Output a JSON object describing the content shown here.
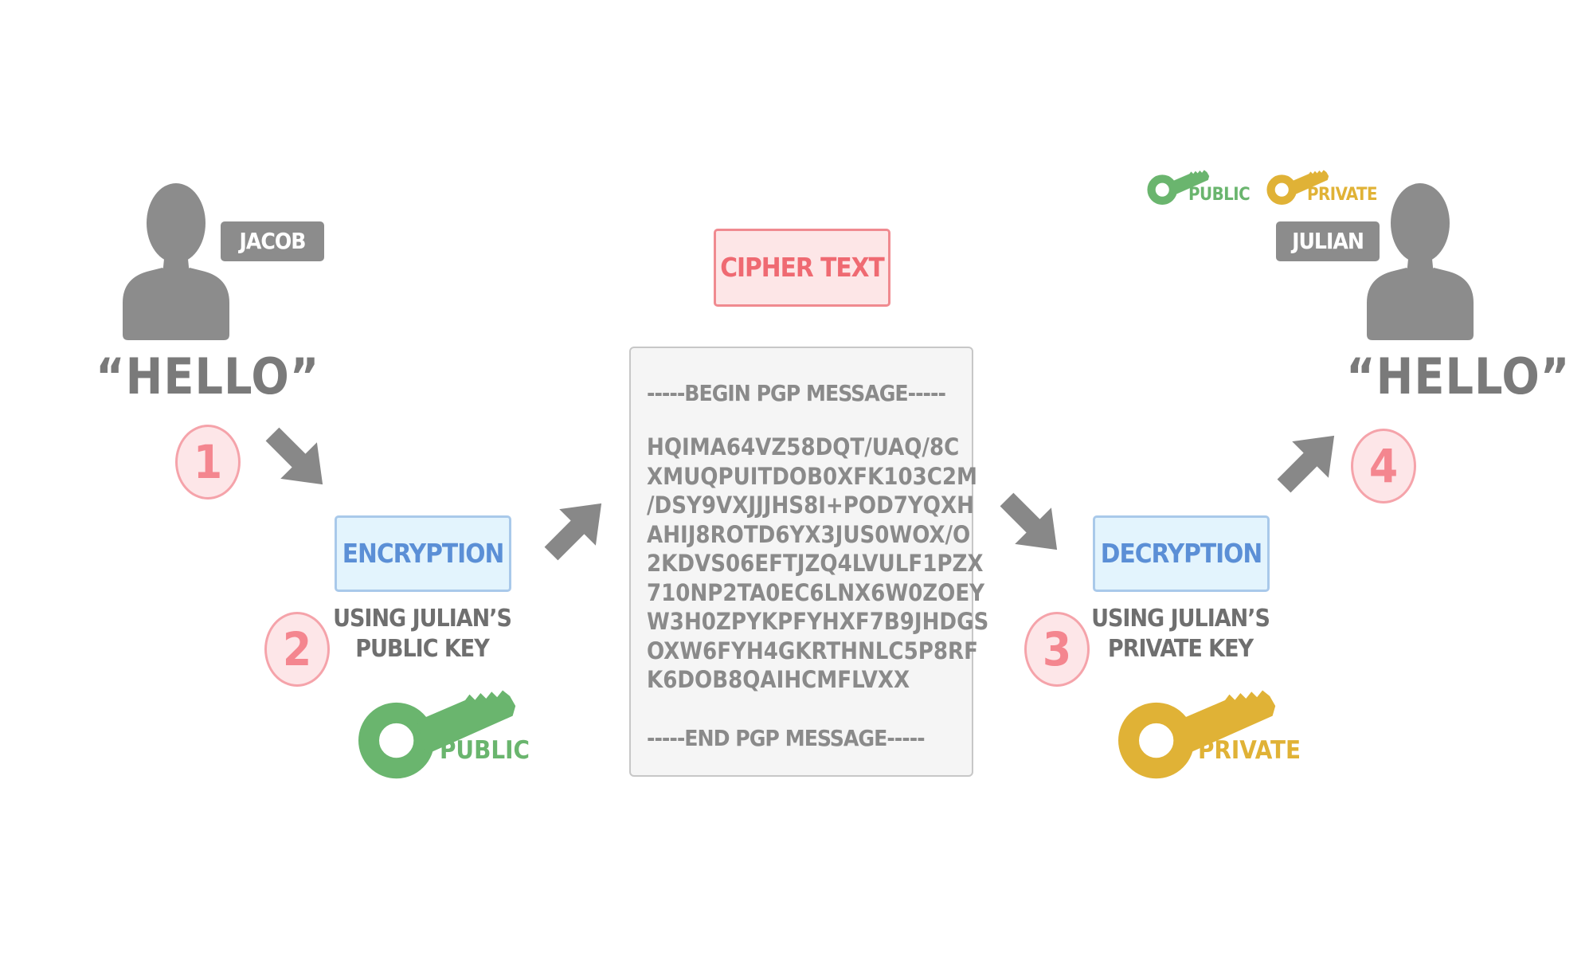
{
  "sender": {
    "name": "JACOB",
    "message": "“HELLO”"
  },
  "recipient": {
    "name": "JULIAN",
    "message": "“HELLO”"
  },
  "recipient_keys": {
    "public_label": "PUBLIC",
    "private_label": "PRIVATE"
  },
  "steps": [
    "1",
    "2",
    "3",
    "4"
  ],
  "encryption": {
    "label": "ENCRYPTION",
    "using_line1": "USING JULIAN’S",
    "using_line2": "PUBLIC KEY",
    "key_label": "PUBLIC"
  },
  "decryption": {
    "label": "DECRYPTION",
    "using_line1": "USING JULIAN’S",
    "using_line2": "PRIVATE KEY",
    "key_label": "PRIVATE"
  },
  "cipher": {
    "title": "CIPHER TEXT",
    "begin": "-----BEGIN PGP MESSAGE-----",
    "lines": [
      "HQIMA64VZ58DQT/UAQ/8C",
      "XMUQPUITDOB0XFK103C2M",
      "/DSY9VXJJJHS8I+POD7YQXH",
      "AHIJ8ROTD6YX3JUS0WOX/O",
      "2KDVS06EFTJZQ4LVULF1PZX",
      "710NP2TA0EC6LNX6W0ZOEY",
      "W3H0ZPYKPFYHXF7B9JHDGS",
      "OXW6FYH4GKRTHNLC5P8RF",
      "K6DOB8QAIHCMFLVXX"
    ],
    "end": "-----END PGP MESSAGE-----"
  },
  "colors": {
    "person_gray": "#8c8c8c",
    "arrow_gray": "#888888",
    "public_key_green": "#6ab56e",
    "private_key_gold": "#e0b236",
    "step_pink": "#f4868f",
    "process_blue": "#5b8fd6"
  },
  "icons": [
    "person-icon",
    "arrow-icon",
    "key-icon"
  ]
}
